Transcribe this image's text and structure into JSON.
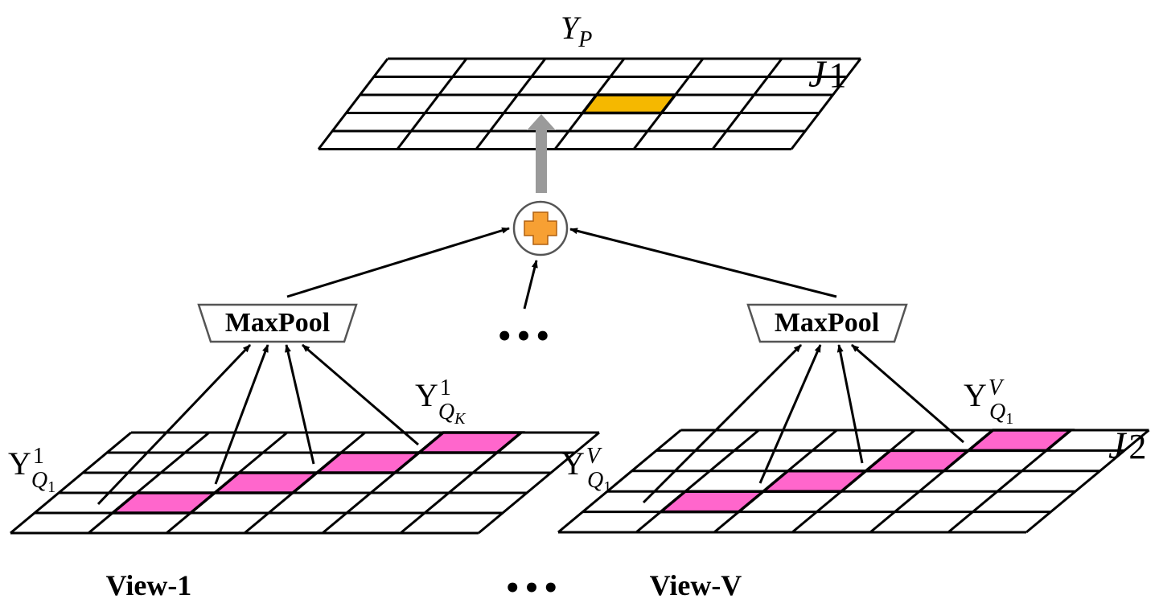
{
  "top_grid": {
    "label_top_main": "Y",
    "label_top_sub": "P",
    "label_right_main": "J",
    "label_right_sub": "1"
  },
  "aggregate": {
    "symbol": "plus"
  },
  "ellipsis_middle": "•••",
  "ellipsis_bottom": "•••",
  "view_left": {
    "pool_label": "MaxPool",
    "title": "View-1",
    "label_first_main": "Y",
    "label_first_sup": "1",
    "label_first_sub": "Q",
    "label_first_subsub": "1",
    "label_last_main": "Y",
    "label_last_sup": "1",
    "label_last_sub": "Q",
    "label_last_subsub": "K"
  },
  "view_right": {
    "pool_label": "MaxPool",
    "title": "View-V",
    "label_first_main": "Y",
    "label_first_sup": "V",
    "label_first_sub": "Q",
    "label_first_subsub": "1",
    "label_last_main": "Y",
    "label_last_sup": "V",
    "label_last_sub": "Q",
    "label_last_subsub": "1",
    "grid_label_main": "J",
    "grid_label_sub": "2"
  },
  "colors": {
    "line": "#000000",
    "highlight_top": "#f5b800",
    "highlight_views": "#ff66cc",
    "plus_fill": "#f7a033",
    "arrow_gray": "#9a9a9a"
  }
}
